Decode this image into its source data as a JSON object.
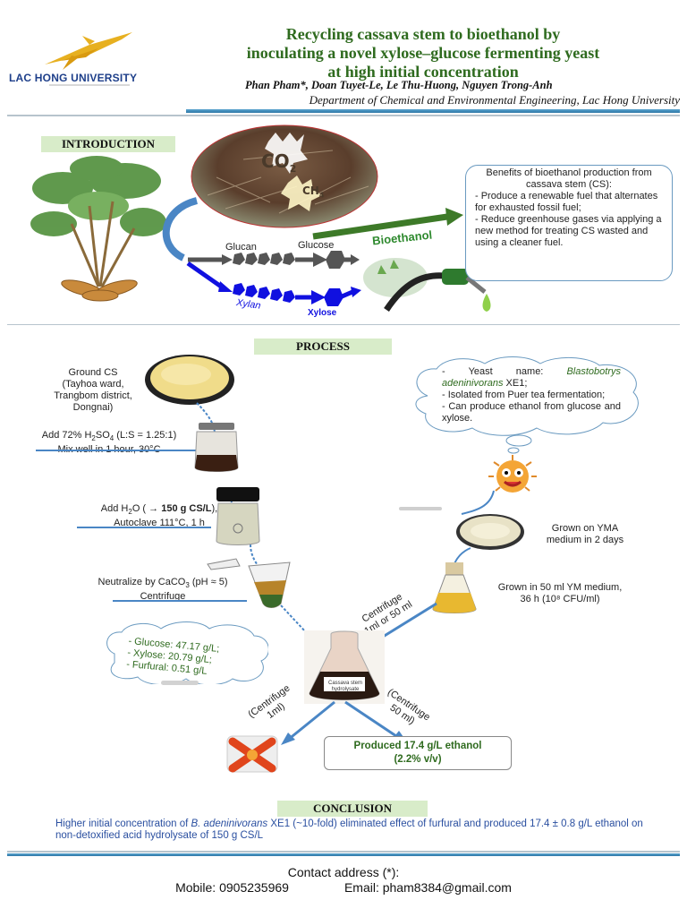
{
  "header": {
    "university": "LAC HONG UNIVERSITY",
    "title": "Recycling cassava stem to bioethanol by\ninoculating a novel xylose–glucose fermenting yeast\nat high initial concentration",
    "authors": "Phan Pham*, Doan Tuyet-Le, Le Thu-Huong, Nguyen Trong-Anh",
    "department": "Department of Chemical and Environmental Engineering, Lac Hong University"
  },
  "introduction": {
    "heading": "INTRODUCTION",
    "co2": "CO",
    "co2_sub": "2",
    "ch4": "CH",
    "ch4_sub": "4",
    "glucan": "Glucan",
    "glucose": "Glucose",
    "xylan": "Xylan",
    "xylose": "Xylose",
    "bioethanol": "Bioethanol",
    "benefits_head": "Benefits of bioethanol production from cassava stem (CS):",
    "benefit_1": "-  Produce a renewable fuel that alternates for exhausted fossil fuel;",
    "benefit_2": "-  Reduce greenhouse gases via applying a new method for treating CS wasted and using a cleaner fuel."
  },
  "process": {
    "heading": "PROCESS",
    "ground_cs": "Ground CS\n(Tayhoa ward,\nTrangbom district,\nDongnai)",
    "step1_a": "Add 72% H",
    "step1_sub2": "2",
    "step1_b": "SO",
    "step1_sub4": "4",
    "step1_c": " (L:S = 1.25:1)",
    "step1_line2": "Mix well in 1 hour, 30°C",
    "step2_a": "Add H",
    "step2_sub": "2",
    "step2_b": "O (",
    "step2_arrow": " → ",
    "step2_bold": "150 g CS/L",
    "step2_c": "),",
    "step2_line2": "Autoclave 111°C, 1 h",
    "step3_a": "Neutralize by CaCO",
    "step3_sub": "3",
    "step3_b": " (pH ≈ 5)",
    "step3_line2": "Centrifuge",
    "yeast_1a": "- Yeast name: ",
    "yeast_1b": "Blastobotrys adeninivorans",
    "yeast_1c": " XE1;",
    "yeast_2": "-  Isolated  from  Puer  tea fermentation;",
    "yeast_3": "-  Can  produce  ethanol from glucose and xylose.",
    "yma": "Grown on YMA\nmedium in 2 days",
    "ym": "Grown in 50 ml YM medium,\n36 h (10⁸ CFU/ml)",
    "centrifuge_in": "Centrifuge\n1ml or 50 ml",
    "hplc_1": "- Glucose: 47.17 g/L;",
    "hplc_2": "- Xylose:  20.79 g/L;",
    "hplc_3": "- Furfural: 0.51 g/L",
    "flask_label": "Cassava stem hydrolysate",
    "centrifuge_1ml": "(Centrifuge\n1ml)",
    "centrifuge_50ml": "(Centrifuge\n50 ml)",
    "result_1": "Produced 17.4 g/L ethanol",
    "result_2": "(2.2% v/v)"
  },
  "conclusion": {
    "heading": "CONCLUSION",
    "text_a": "Higher initial concentration of ",
    "text_b": "B. adeninivorans",
    "text_c": " XE1 (~10-fold) eliminated effect of furfural and produced 17.4 ± 0.8 g/L ethanol on non-detoxified acid hydrolysate of 150 g CS/L"
  },
  "contact": {
    "line1": "Contact address (*):",
    "mobile": "Mobile: 0905235969",
    "email": "Email: pham8384@gmail.com"
  },
  "colors": {
    "title_green": "#2f6b1f",
    "section_bg": "#d8ecc9",
    "rule_blue": "#3a86b8",
    "arrow_blue": "#4a86c5",
    "xylan_blue": "#1010e0",
    "glucan_grey": "#555555"
  }
}
